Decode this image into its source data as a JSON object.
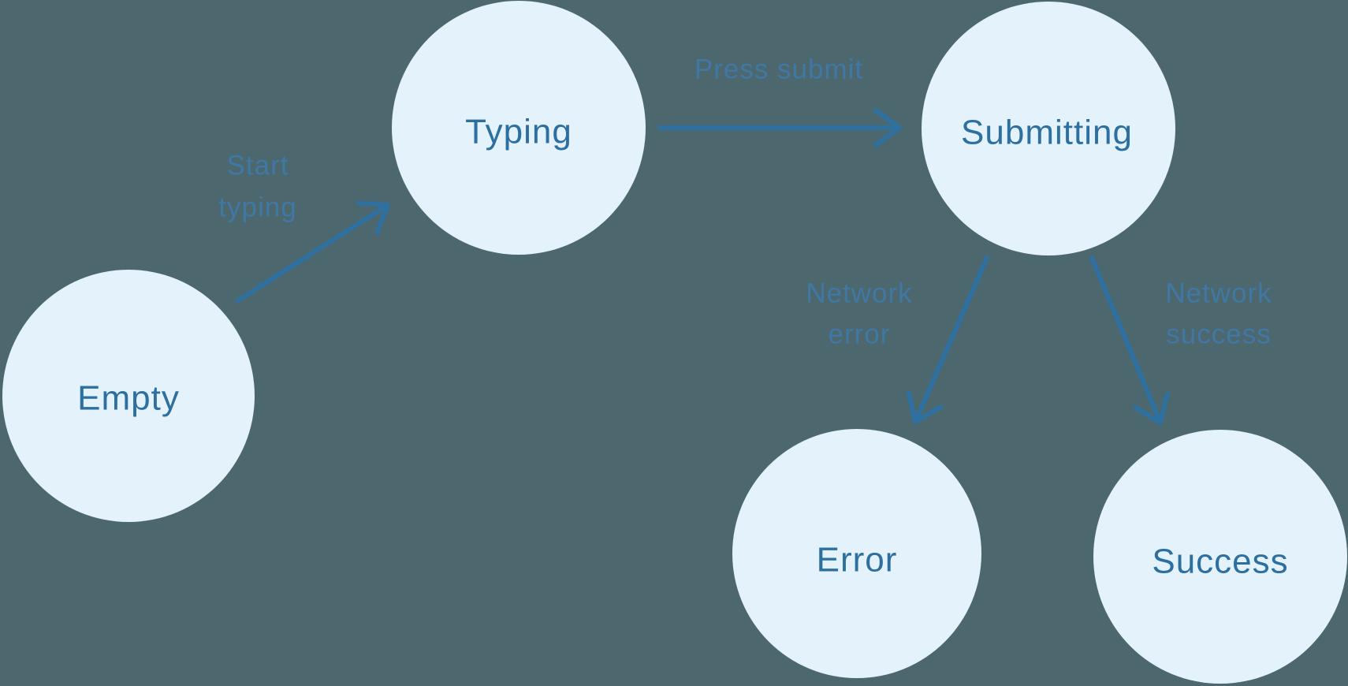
{
  "diagram": {
    "type": "state-machine",
    "colors": {
      "background": "#4D676E",
      "node_fill": "#E3F2FB",
      "node_text": "#2D6F9E",
      "edge": "#2E709F",
      "edge_label_text": "#3F78A4"
    },
    "nodes": [
      {
        "id": "empty",
        "label": "Empty"
      },
      {
        "id": "typing",
        "label": "Typing"
      },
      {
        "id": "submitting",
        "label": "Submitting"
      },
      {
        "id": "error",
        "label": "Error"
      },
      {
        "id": "success",
        "label": "Success"
      }
    ],
    "edges": [
      {
        "from": "empty",
        "to": "typing",
        "label": "Start typing",
        "label_lines": [
          "Start",
          "typing"
        ]
      },
      {
        "from": "typing",
        "to": "submitting",
        "label": "Press submit",
        "label_lines": [
          "Press submit"
        ]
      },
      {
        "from": "submitting",
        "to": "error",
        "label": "Network error",
        "label_lines": [
          "Network",
          "error"
        ]
      },
      {
        "from": "submitting",
        "to": "success",
        "label": "Network success",
        "label_lines": [
          "Network",
          "success"
        ]
      }
    ]
  }
}
